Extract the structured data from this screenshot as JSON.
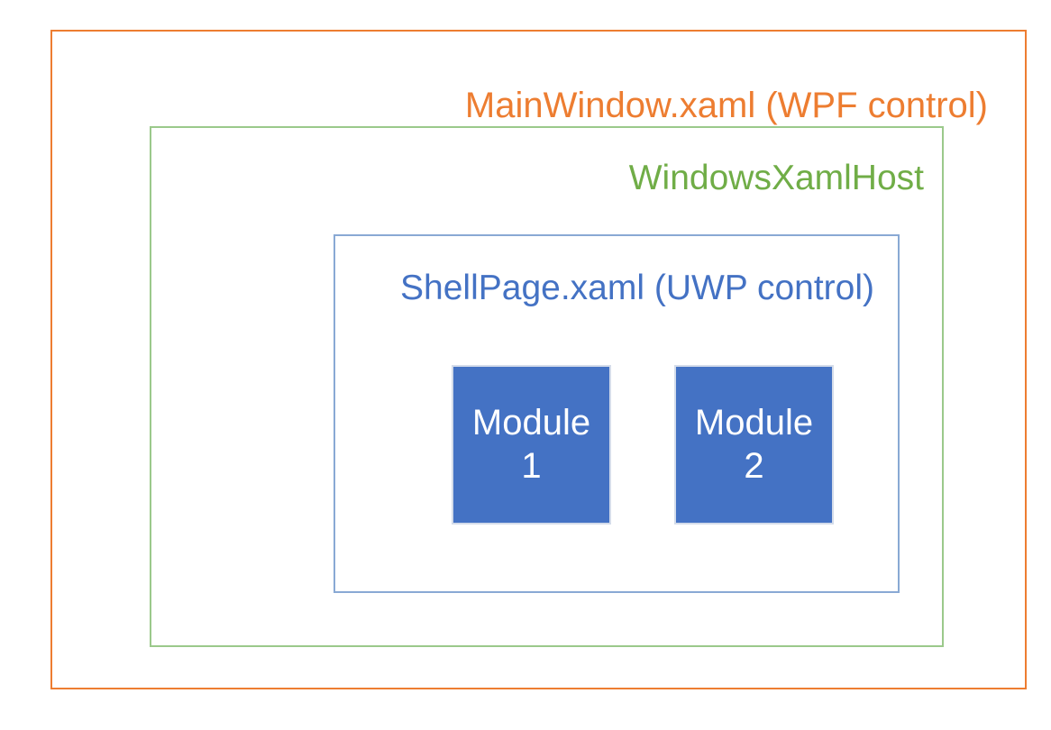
{
  "diagram": {
    "type": "nested-containers",
    "background_color": "#FFFFFF",
    "outer_container": {
      "title": "MainWindow.xaml (WPF control)",
      "color": "#ED7D31",
      "border_color": "#ED7D31"
    },
    "middle_container": {
      "title": "WindowsXamlHost",
      "color": "#70AD47",
      "border_color": "#9BC98B"
    },
    "inner_container": {
      "title": "ShellPage.xaml (UWP control)",
      "color": "#4472C4",
      "border_color": "#89A9D4"
    },
    "modules": [
      {
        "name_line_1": "Module",
        "name_line_2": "1",
        "fill_color": "#4472C4",
        "text_color": "#FFFFFF",
        "border_color": "#D4DCEA"
      },
      {
        "name_line_1": "Module",
        "name_line_2": "2",
        "fill_color": "#4472C4",
        "text_color": "#FFFFFF",
        "border_color": "#D4DCEA"
      }
    ]
  }
}
